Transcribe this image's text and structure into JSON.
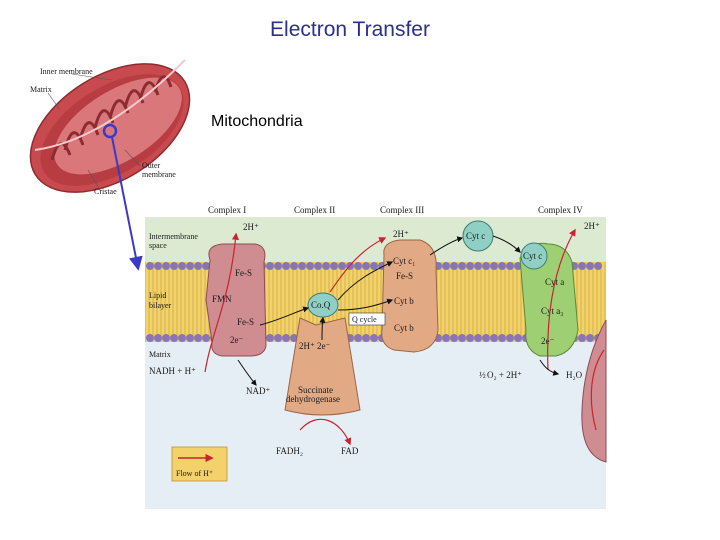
{
  "title": "Electron Transfer",
  "subtitle": "Mitochondria",
  "mito_labels": {
    "inner_membrane": "Inner membrane",
    "matrix": "Matrix",
    "outer_membrane_1": "Outer",
    "outer_membrane_2": "membrane",
    "cristae": "Cristae"
  },
  "complexes": {
    "c1": "Complex I",
    "c2": "Complex II",
    "c3": "Complex III",
    "c4": "Complex IV"
  },
  "regions": {
    "intermembrane_1": "Intermembrane",
    "intermembrane_2": "space",
    "lipid_1": "Lipid",
    "lipid_2": "bilayer",
    "matrix": "Matrix"
  },
  "labels": {
    "h2_c1": "2H⁺",
    "h2_c3": "2H⁺",
    "h2_c4": "2H⁺",
    "fes_top": "Fe-S",
    "fmn": "FMN",
    "fes_bottom": "Fe-S",
    "e2_c1": "2e⁻",
    "nadh": "NADH + H⁺",
    "nad": "NAD⁺",
    "coq": "Co.Q",
    "h2e_c2": "2H⁺ 2e⁻",
    "succ_1": "Succinate",
    "succ_2": "dehydrogenase",
    "fadh2": "FADH₂",
    "fad": "FAD",
    "cytc1": "Cyt c₁",
    "fes_c3": "Fe-S",
    "cytb_1": "Cyt b",
    "qcycle": "Q cycle",
    "cytb_2": "Cyt b",
    "cytc_a": "Cyt c",
    "cytc_b": "Cyt c",
    "cyta": "Cyt a",
    "cyta3": "Cyt a₃",
    "e2_c4": "2e⁻",
    "o2_half": "½",
    "o2_rest": "O₂ + 2H⁺",
    "h2o": "H₂O",
    "flow": "Flow of H⁺"
  },
  "colors": {
    "title": "#2b2f8f",
    "pointer": "#3a3ac8",
    "mito_outer": "#c84a4e",
    "complex_pink": "#cf8c91",
    "complex_peach": "#e2a985",
    "complex_green": "#9fcf73",
    "cytc": "#8fcfc4",
    "lipid": "#f3d26b",
    "head": "#8577b5",
    "ims": "#dcead2",
    "matrix": "#e6eef5",
    "arrow_red": "#c9232e"
  }
}
